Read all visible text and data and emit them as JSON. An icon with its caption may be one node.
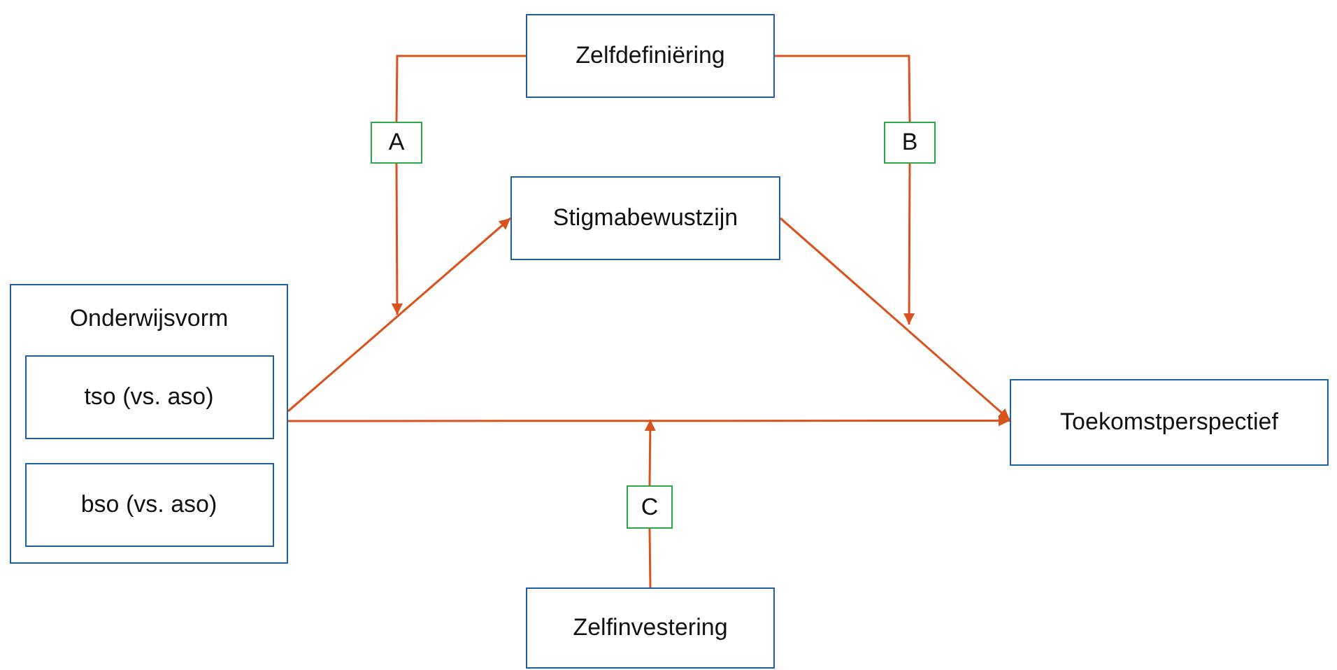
{
  "diagram": {
    "nodes": [
      {
        "text": [
          "Zelfdefiniëring"
        ]
      },
      {
        "text": [
          "A"
        ]
      },
      {
        "text": [
          "B"
        ]
      },
      {
        "text": [
          "Stigmabewustzijn"
        ]
      },
      {
        "text": [
          "Onderwijsvorm"
        ]
      },
      {
        "text": [
          "tso (vs. aso)"
        ],
        "in": 4
      },
      {
        "text": [
          "bso (vs. aso)"
        ],
        "in": 4
      },
      {
        "text": [
          "Toekomstperspectief"
        ]
      },
      {
        "text": [
          "C"
        ]
      },
      {
        "text": [
          "Zelfinvestering"
        ]
      }
    ],
    "edges": [
      {
        "from": 0,
        "to": 1,
        "arrow": "none"
      },
      {
        "from": 1,
        "to": null,
        "arrow": "to"
      },
      {
        "from": 0,
        "to": 2,
        "arrow": "none"
      },
      {
        "from": 2,
        "to": null,
        "arrow": "to"
      },
      {
        "from": 4,
        "to": 3,
        "arrow": "to"
      },
      {
        "from": 3,
        "to": 7,
        "arrow": "to"
      },
      {
        "from": 4,
        "to": 7,
        "arrow": "to"
      },
      {
        "from": 9,
        "to": 8,
        "arrow": "none"
      },
      {
        "from": 8,
        "to": null,
        "arrow": "to"
      }
    ]
  }
}
